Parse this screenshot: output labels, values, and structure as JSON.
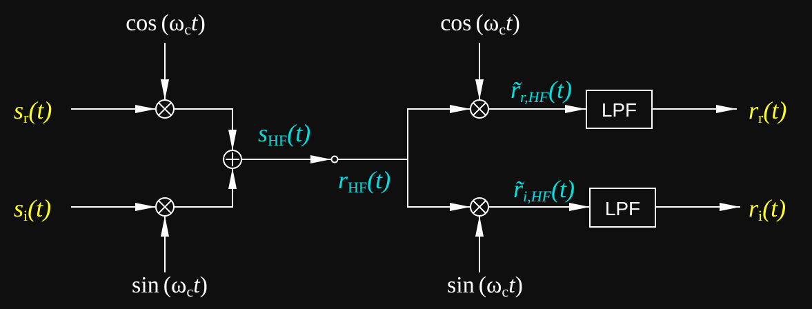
{
  "colors": {
    "background": "#0f0f0f",
    "line": "#ffffff",
    "input_signal": "#ffff1e",
    "hf_signal": "#00e0e0"
  },
  "carriers": {
    "tx_cos": {
      "fn": "cos",
      "paren_open": "(",
      "omega": "ω",
      "sub": "c",
      "t": "t",
      "paren_close": ")"
    },
    "tx_sin": {
      "fn": "sin",
      "paren_open": "(",
      "omega": "ω",
      "sub": "c",
      "t": "t",
      "paren_close": ")"
    },
    "rx_cos": {
      "fn": "cos",
      "paren_open": "(",
      "omega": "ω",
      "sub": "c",
      "t": "t",
      "paren_close": ")"
    },
    "rx_sin": {
      "fn": "sin",
      "paren_open": "(",
      "omega": "ω",
      "sub": "c",
      "t": "t",
      "paren_close": ")"
    }
  },
  "signals": {
    "s_r": {
      "base": "s",
      "sub": "r",
      "arg": "(t)"
    },
    "s_i": {
      "base": "s",
      "sub": "i",
      "arg": "(t)"
    },
    "s_hf": {
      "base": "s",
      "sub": "HF",
      "arg": "(t)"
    },
    "r_hf": {
      "base": "r",
      "sub": "HF",
      "arg": "(t)"
    },
    "r_tilde_r_hf": {
      "base": "r̃",
      "sub": "r,HF",
      "arg": "(t)"
    },
    "r_tilde_i_hf": {
      "base": "r̃",
      "sub": "i,HF",
      "arg": "(t)"
    },
    "r_r": {
      "base": "r",
      "sub": "r",
      "arg": "(t)"
    },
    "r_i": {
      "base": "r",
      "sub": "i",
      "arg": "(t)"
    }
  },
  "blocks": {
    "lpf_top": "LPF",
    "lpf_bottom": "LPF"
  },
  "symbols": {
    "multiplier": "×",
    "adder": "+"
  }
}
